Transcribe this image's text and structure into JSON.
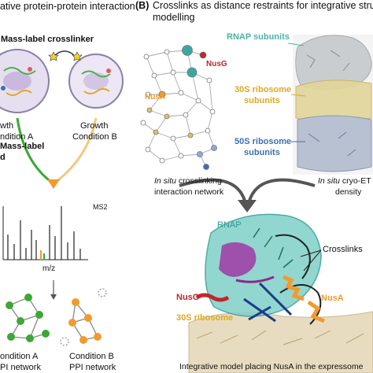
{
  "panel_a": {
    "title": "ative protein-protein interaction",
    "step1": "Mass-label crosslinker",
    "cond_a_l1": "wth",
    "cond_a_l2": "ndition A",
    "cond_b_l1": "Growth",
    "cond_b_l2": "Condition B",
    "step2_l1": "Mass-label",
    "step2_l2": "d",
    "ms2": "MS2",
    "mz": "m/z",
    "net_a_l1": "ondition A",
    "net_a_l2": "PI network",
    "net_b_l1": "Condition B",
    "net_b_l2": "PPI network"
  },
  "panel_b": {
    "letter": "(B)",
    "title_l1": "Crosslinks as distance restraints for integrative structu",
    "title_l2": "modelling",
    "nusg": "NusG",
    "nusa": "NusA",
    "rnap_subunits": "RNAP subunits",
    "s30_l1": "30S ribosome",
    "s30_l2": "subunits",
    "s50_l1": "50S ribosome",
    "s50_l2": "subunits",
    "insitu_net_em": "In situ",
    "insitu_net_rest": " crosslinking",
    "insitu_net_l2": "interaction network",
    "cryo_em": "In situ",
    "cryo_rest": " cryo-ET",
    "cryo_l2": "density",
    "rnap": "RNAP",
    "crosslinks": "Crosslinks",
    "nusg2": "NusG",
    "nusa2": "NusA",
    "s30_ribosome": "30S ribosome",
    "caption": "Integrative model placing NusA in the expressome"
  },
  "colors": {
    "green": "#3aa935",
    "orange": "#f29a2e",
    "red": "#c0272d",
    "teal": "#4bb3a8",
    "gold": "#e0a820",
    "blue": "#3d6fb0",
    "gray_node": "#9a9a9a"
  }
}
